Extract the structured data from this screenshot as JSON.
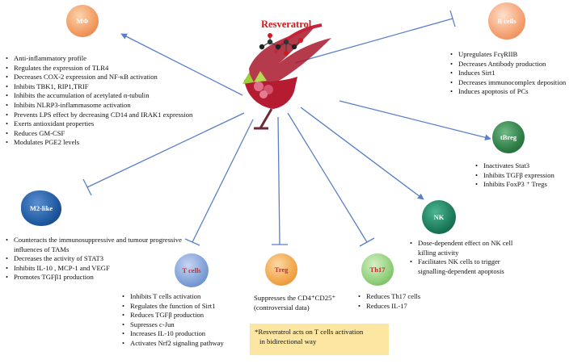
{
  "title": "Resveratrol",
  "cells": {
    "macrophage": "MΦ",
    "b_cells": "B cells",
    "tbreg": "tBreg",
    "nk": "NK",
    "m2": "M2-like",
    "t_cells": "T cells",
    "treg": "Treg",
    "th17": "Th17"
  },
  "macrophage_effects": [
    "Anti-inflammatory profile",
    "Regulates the expression of TLR4",
    "Decreases COX-2 expression and NF-κB  activation",
    "Inhibits TBK1, RIP1,TRIF",
    "Inhibits the accumulation of acetylated α-tubulin",
    "Inhibits NLRP3-inflammasome activation",
    "Prevents LPS effect by decreasing CD14 and IRAK1 expression",
    "Exerts antioxidant properties",
    "Reduces GM-CSF",
    "Modulates PGE2  levels"
  ],
  "b_cell_effects": [
    "Upregulates FcγRIIB",
    "Decreases Antibody  production",
    "Induces Sirt1",
    "Decreases immunocomplex deposition",
    "Induces apoptosis of PCs"
  ],
  "tbreg_effects": [
    "Inactivates Stat3",
    "Inhibits TGFβ expression",
    "Inhibits FoxP3 ⁺ Tregs"
  ],
  "nk_effects": [
    "Dose-dependent effect on NK cell killing activity",
    "Facilitates  NK cells to trigger signalling-dependent apoptosis"
  ],
  "m2_effects": [
    "Counteracts the immunosuppressive and tumour progressive  influences of TAMs",
    "Decreases the activity of STAT3",
    "Inhibits  IL-10 ,  MCP-1 and VEGF",
    "Promotes TGFβ1 production"
  ],
  "t_cell_effects": [
    "Inhibits  T cells activation",
    "Regulates the function of Sirt1",
    "Reduces TGFβ production",
    "Supresses c-Jun",
    "Increases IL-10 production",
    "Activates  Nrf2 signaling pathway"
  ],
  "treg_effect_line1": "Suppresses the CD4⁺CD25⁺",
  "treg_effect_line2": "(controversial data)",
  "th17_effects": [
    "Reduces Th17 cells",
    "Reduces  IL-17"
  ],
  "note_line1": "*Resveratrol acts on T cells activation",
  "note_line2": "in bidirectional way",
  "colors": {
    "title": "#d11a1a",
    "arrow": "#5b7fc6",
    "wine": "#a8182d",
    "note_bg": "#fde6a2",
    "macrophage": "#f29a5f",
    "b_cells": "#f5a070",
    "tbreg": "#2f7d46",
    "nk": "#1b7a5a",
    "m2": "#1f5aa0",
    "t_cells": "#7f9fd8",
    "treg": "#f2a54a",
    "th17": "#8fcf7a"
  },
  "icons": [
    "wine-glass-icon",
    "molecule-icon",
    "grape-icon"
  ]
}
